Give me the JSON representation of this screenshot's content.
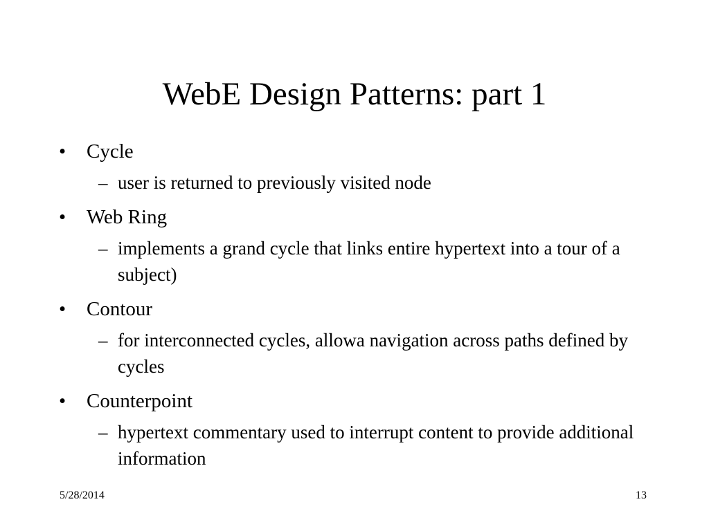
{
  "title": "WebE Design Patterns: part 1",
  "bullets": [
    {
      "level": 1,
      "marker": "•",
      "text": "Cycle"
    },
    {
      "level": 2,
      "marker": "–",
      "text": "user is returned to previously visited node"
    },
    {
      "level": 1,
      "marker": "•",
      "text": "Web Ring"
    },
    {
      "level": 2,
      "marker": "–",
      "text": "implements a grand cycle that links entire hypertext into a tour of a subject)"
    },
    {
      "level": 1,
      "marker": "•",
      "text": "Contour"
    },
    {
      "level": 2,
      "marker": "–",
      "text": "for interconnected cycles, allowa navigation across paths defined by cycles"
    },
    {
      "level": 1,
      "marker": "•",
      "text": "Counterpoint"
    },
    {
      "level": 2,
      "marker": "–",
      "text": "hypertext commentary used to interrupt content to provide additional information"
    }
  ],
  "footer": {
    "date": "5/28/2014",
    "page_number": "13"
  }
}
